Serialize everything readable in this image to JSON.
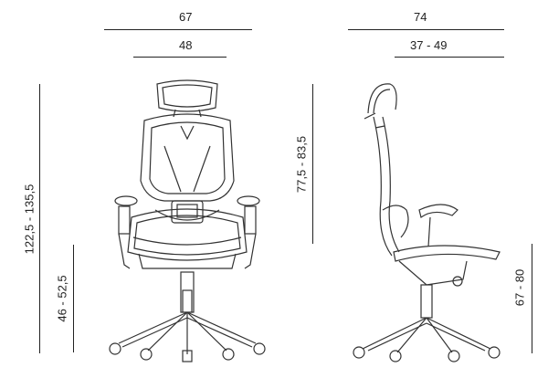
{
  "dimensions": {
    "front_total_width": "67",
    "front_seat_width": "48",
    "side_total_depth": "74",
    "side_seat_depth": "37 - 49",
    "total_height": "122,5 - 135,5",
    "seat_height_front": "46 - 52,5",
    "backrest_height": "77,5 - 83,5",
    "seat_height_side": "67 - 80"
  },
  "colors": {
    "ink": "#222222",
    "chair_line": "#333333",
    "background": "#ffffff"
  }
}
